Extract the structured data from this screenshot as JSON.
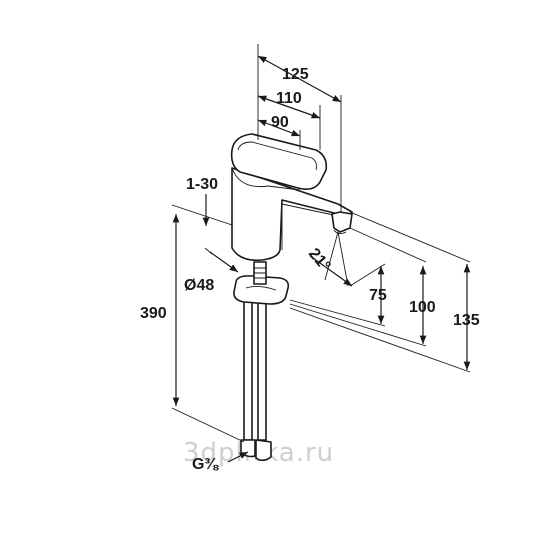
{
  "dimensions": {
    "width_overall": "125",
    "width_spout": "110",
    "width_lever": "90",
    "flow_rate": "1-30",
    "base_diameter": "Ø48",
    "total_height": "390",
    "spout_angle": "21°",
    "spout_height": "75",
    "middle_height": "100",
    "top_height": "135",
    "connection_thread": "G⅜"
  },
  "watermark": "3dplitka.ru",
  "colors": {
    "line": "#1a1a1a",
    "background": "#ffffff",
    "watermark": "#cfcfcf"
  }
}
